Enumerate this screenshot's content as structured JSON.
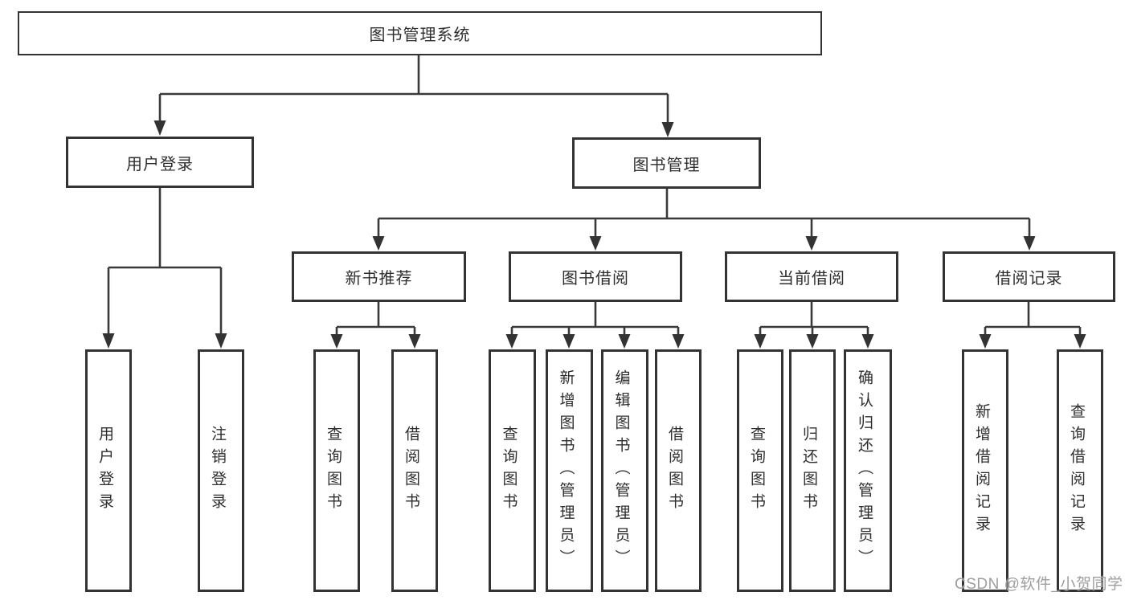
{
  "colors": {
    "line": "#3a3a3a",
    "border": "#333333",
    "text": "#2e2e2e",
    "background": "#ffffff",
    "watermark": "#9e9e9e"
  },
  "watermark": {
    "text": "CSDN @软件_小贺同学"
  },
  "diagram": {
    "type": "tree",
    "root": {
      "label": "图书管理系统"
    },
    "branches": [
      {
        "label": "用户登录",
        "leaves": [
          {
            "label": "用户登录"
          },
          {
            "label": "注销登录"
          }
        ]
      },
      {
        "label": "图书管理",
        "children": [
          {
            "label": "新书推荐",
            "leaves": [
              {
                "label": "查询图书"
              },
              {
                "label": "借阅图书"
              }
            ]
          },
          {
            "label": "图书借阅",
            "leaves": [
              {
                "label": "查询图书"
              },
              {
                "label": "新增图书（管理员）"
              },
              {
                "label": "编辑图书（管理员）"
              },
              {
                "label": "借阅图书"
              }
            ]
          },
          {
            "label": "当前借阅",
            "leaves": [
              {
                "label": "查询图书"
              },
              {
                "label": "归还图书"
              },
              {
                "label": "确认归还（管理员）"
              }
            ]
          },
          {
            "label": "借阅记录",
            "leaves": [
              {
                "label": "新增借阅记录"
              },
              {
                "label": "查询借阅记录"
              }
            ]
          }
        ]
      }
    ]
  }
}
